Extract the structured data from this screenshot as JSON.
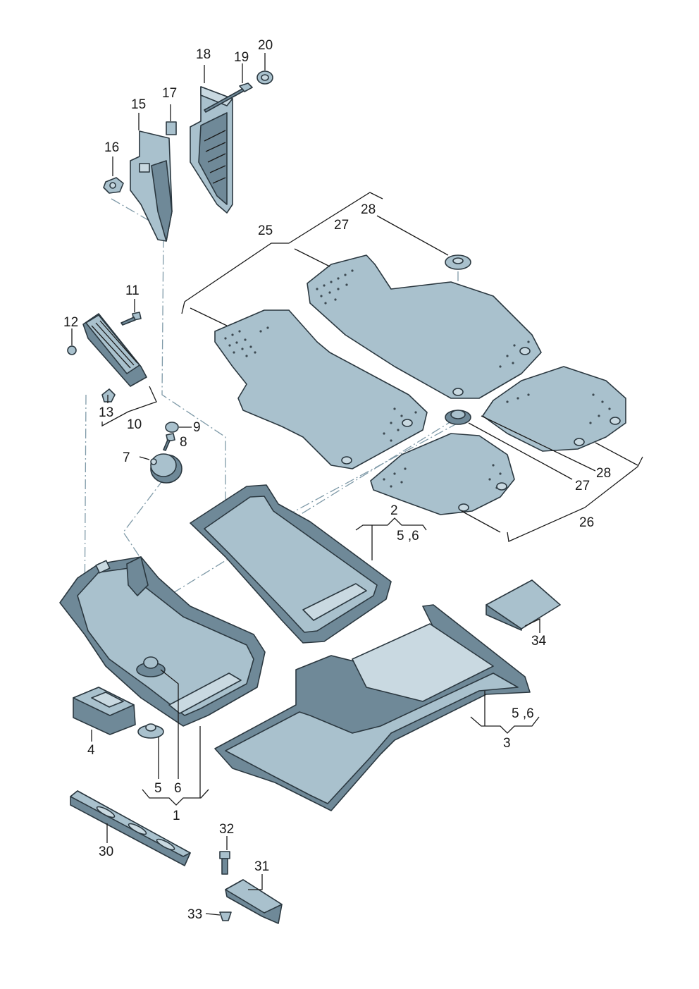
{
  "diagram": {
    "colors": {
      "part_fill": "#a9c1cd",
      "part_shadow": "#6f8998",
      "part_highlight": "#c9d9e1",
      "outline": "#2b3840",
      "text": "#1a1a1a",
      "guide_line": "#7f9aa8",
      "background": "#ffffff"
    },
    "labels": {
      "l1": "1",
      "l2": "2",
      "l3": "3",
      "l4": "4",
      "l5": "5",
      "l6": "6",
      "l7": "7",
      "l8": "8",
      "l9": "9",
      "l10": "10",
      "l11": "11",
      "l12": "12",
      "l13": "13",
      "l15": "15",
      "l16": "16",
      "l17": "17",
      "l18": "18",
      "l19": "19",
      "l20": "20",
      "l25": "25",
      "l26": "26",
      "l27a": "27",
      "l27b": "27",
      "l28a": "28",
      "l28b": "28",
      "l30": "30",
      "l31": "31",
      "l32": "32",
      "l33": "33",
      "l34": "34",
      "l56a": "5 ,6",
      "l56b": "5 ,6"
    }
  }
}
